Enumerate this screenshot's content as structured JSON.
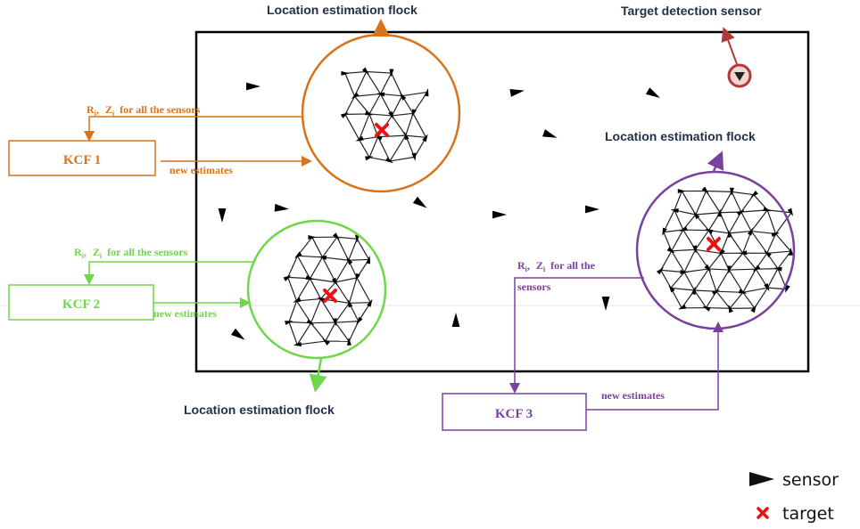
{
  "flock_labels": {
    "top": "Location estimation flock",
    "right": "Location estimation flock",
    "bottom": "Location estimation flock"
  },
  "target_sensor_label": "Target detection sensor",
  "kcf1": {
    "label": "KCF  1",
    "feedback_r": "R",
    "feedback_z": "Z",
    "feedback_sub": "i",
    "feedback_rest": "for all the sensors",
    "estimates": "new estimates"
  },
  "kcf2": {
    "label": "KCF  2",
    "feedback_r": "R",
    "feedback_z": "Z",
    "feedback_sub": "i",
    "feedback_rest": "for all the sensors",
    "estimates": "new estimates"
  },
  "kcf3": {
    "label": "KCF  3",
    "feedback_r": "R",
    "feedback_z": "Z",
    "feedback_sub": "i",
    "feedback_rest": "for all the",
    "feedback_rest2": "sensors",
    "estimates": "new estimates"
  },
  "legend": {
    "sensor": "sensor",
    "target": "target"
  },
  "colors": {
    "kcf1": "#d9731a",
    "kcf2": "#70d64a",
    "kcf3": "#7a40a0",
    "target_sensor": "#b03a3a",
    "target_mark": "#ee1111",
    "flock_text": "#22304a"
  },
  "icons": [
    "sensor-icon",
    "target-icon"
  ]
}
